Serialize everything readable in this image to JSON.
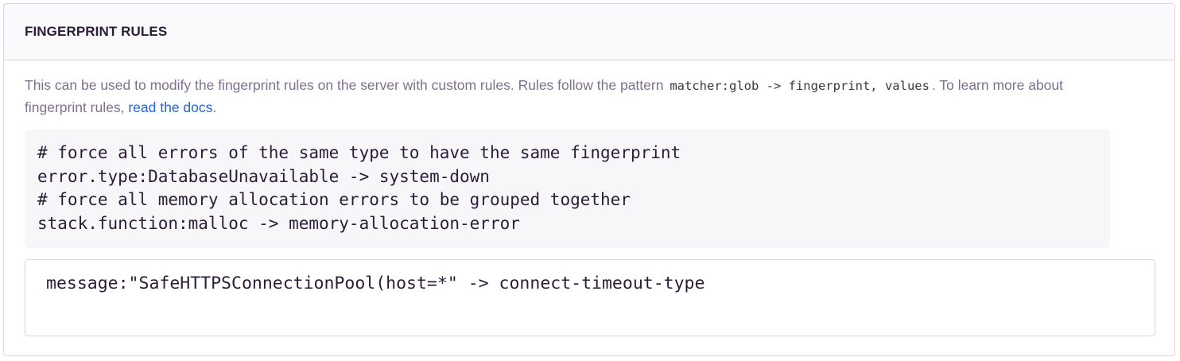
{
  "panel": {
    "title": "FINGERPRINT RULES"
  },
  "help": {
    "text_before": "This can be used to modify the fingerprint rules on the server with custom rules. Rules follow the pattern",
    "pattern_code": "matcher:glob -> fingerprint, values",
    "text_after": ". To learn more about fingerprint rules,",
    "link_label": "read the docs",
    "text_end": "."
  },
  "example": {
    "lines": [
      "# force all errors of the same type to have the same fingerprint",
      "error.type:DatabaseUnavailable -> system-down",
      "# force all memory allocation errors to be grouped together",
      "stack.function:malloc -> memory-allocation-error"
    ]
  },
  "rules_editor": {
    "value": "message:\"SafeHTTPSConnectionPool(host=*\" -> connect-timeout-type"
  }
}
